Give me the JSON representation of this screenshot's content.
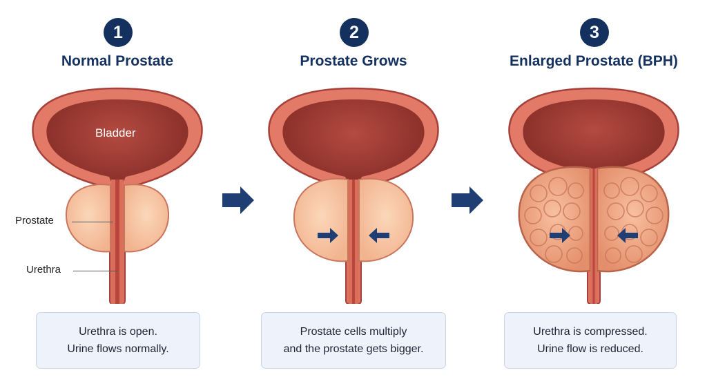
{
  "stages": [
    {
      "number": "1",
      "title": "Normal Prostate",
      "caption": [
        "Urethra is open.",
        "Urine flows normally."
      ]
    },
    {
      "number": "2",
      "title": "Prostate Grows",
      "caption": [
        "Prostate cells multiply",
        "and the prostate gets bigger."
      ]
    },
    {
      "number": "3",
      "title": "Enlarged Prostate (BPH)",
      "caption": [
        "Urethra is compressed.",
        "Urine flow is reduced."
      ]
    }
  ],
  "labels": {
    "bladder": "Bladder",
    "prostate": "Prostate",
    "urethra": "Urethra"
  },
  "colors": {
    "navy": "#13305f",
    "bladder_wall": "#e27a67",
    "bladder_inner": "#9c3630",
    "prostate_normal": "#f7c9a6",
    "prostate_enlarged": "#f3a784"
  }
}
